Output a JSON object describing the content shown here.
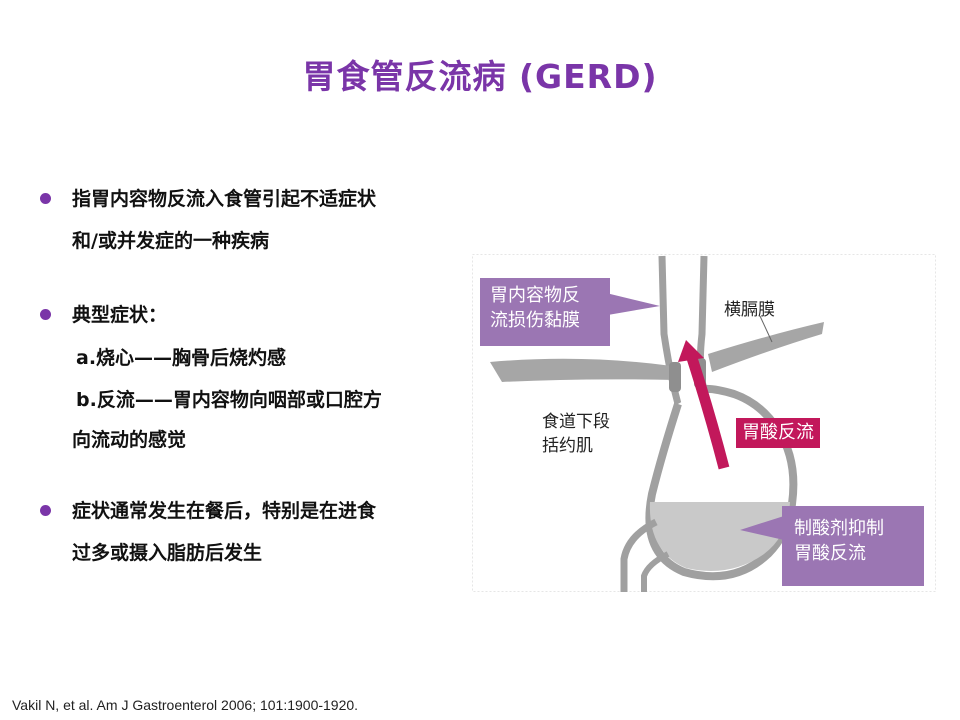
{
  "title": "胃食管反流病 (GERD)",
  "bullets": {
    "b1_line1": "指胃内容物反流入食管引起不适症状",
    "b1_line2": "和/或并发症的一种疾病",
    "b2_head": "典型症状：",
    "b2_a": "a.烧心——胸骨后烧灼感",
    "b2_b_line1": "b.反流——胃内容物向咽部或口腔方",
    "b2_b_line2": "向流动的感觉",
    "b3_line1": "症状通常发生在餐后，特别是在进食",
    "b3_line2": "过多或摄入脂肪后发生"
  },
  "figure": {
    "box_top_line1": "胃内容物反",
    "box_top_line2": "流损伤黏膜",
    "diaphragm": "横膈膜",
    "sphincter_line1": "食道下段",
    "sphincter_line2": "括约肌",
    "acid_reflux": "胃酸反流",
    "box_bottom_line1": "制酸剂抑制",
    "box_bottom_line2": "胃酸反流"
  },
  "colors": {
    "accent": "#7a35a8",
    "box_purple": "#9b76b3",
    "reflux_red": "#c2185b",
    "tissue_gray": "#a0a0a0",
    "acid_pool": "#c9c9c9"
  },
  "reference": "Vakil N, et al. Am J Gastroenterol 2006; 101:1900-1920."
}
